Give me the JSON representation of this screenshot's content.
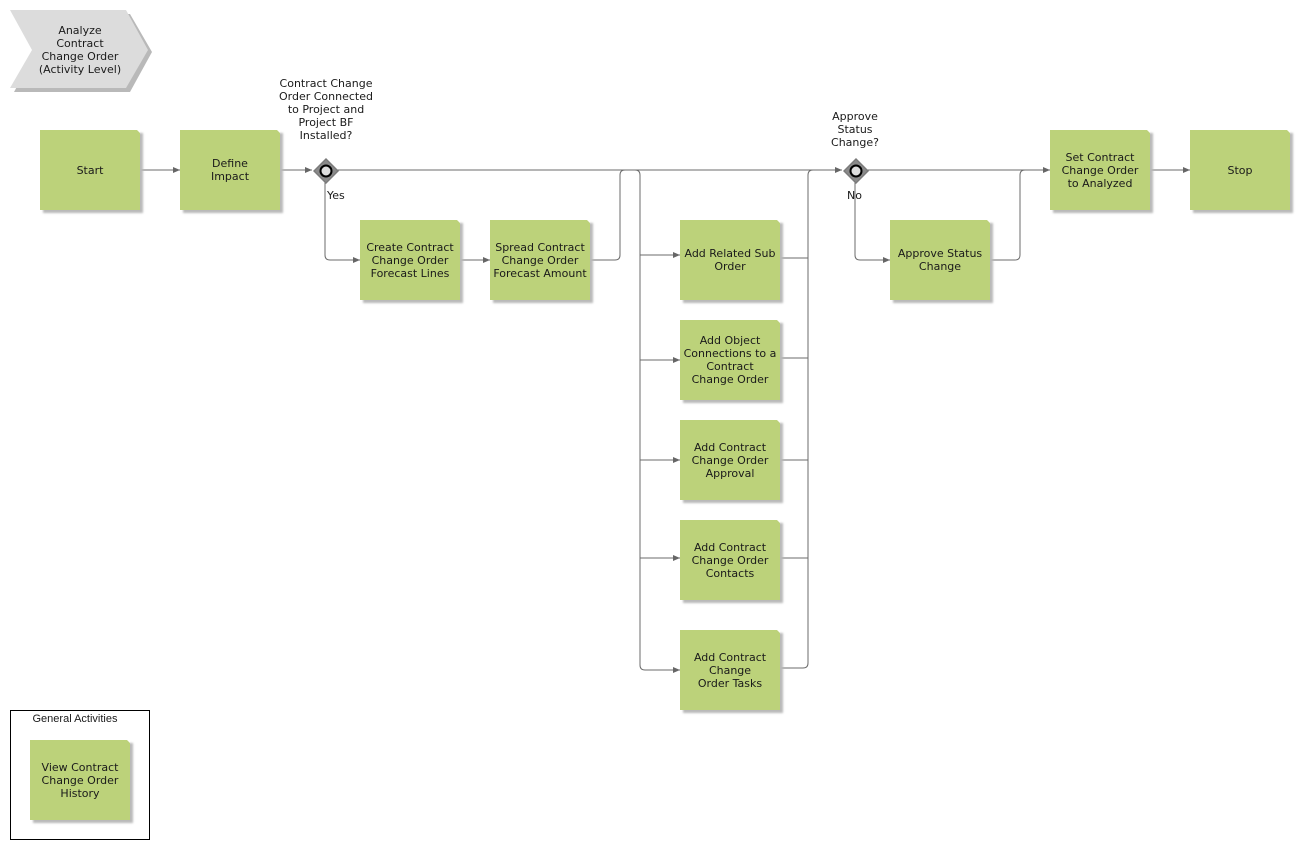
{
  "header": {
    "title": "Analyze\nContract\nChange Order\n(Activity Level)"
  },
  "nodes": {
    "start": "Start",
    "define_impact": "Define\nImpact",
    "create_forecast_lines": "Create Contract\nChange Order\nForecast Lines",
    "spread_forecast": "Spread Contract\nChange Order\nForecast Amount",
    "add_related_sub_order": "Add Related Sub\nOrder",
    "add_object_connections": "Add Object\nConnections to a\nContract\nChange Order",
    "add_approval": "Add Contract\nChange Order\nApproval",
    "add_contacts": "Add Contract\nChange Order\nContacts",
    "add_tasks": "Add Contract\nChange\nOrder Tasks",
    "approve_status_change": "Approve Status\nChange",
    "set_analyzed": "Set Contract\nChange Order\nto Analyzed",
    "stop": "Stop"
  },
  "gateways": {
    "project_connected": {
      "question": "Contract Change\nOrder Connected\nto Project and\nProject BF\nInstalled?",
      "branch": "Yes"
    },
    "approve_status": {
      "question": "Approve\nStatus\nChange?",
      "branch": "No"
    }
  },
  "general_activities": {
    "title": "General Activities",
    "items": [
      "View Contract\nChange Order\nHistory"
    ]
  },
  "colors": {
    "activity": "#bcd27a",
    "connector": "#666666",
    "gateway": "#7a7a7a",
    "header": "#d9d9d9"
  }
}
